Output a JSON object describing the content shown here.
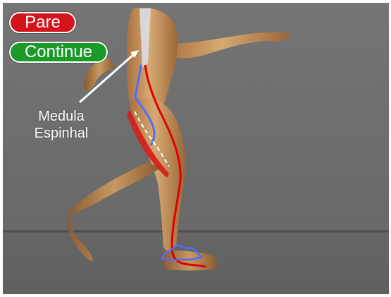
{
  "controls": {
    "stop_label": "Pare",
    "continue_label": "Continue"
  },
  "annotation": {
    "line1": "Medula",
    "line2": "Espinhal"
  },
  "colors": {
    "background": "#6e6e6e",
    "stop_button": "#d4141c",
    "continue_button": "#1b9a2a",
    "motor_pathway": "#e00000",
    "sensory_pathway": "#4f6dff",
    "spinal_cord": "#d9d9df"
  },
  "icons": {
    "pointer": "arrow-icon"
  }
}
